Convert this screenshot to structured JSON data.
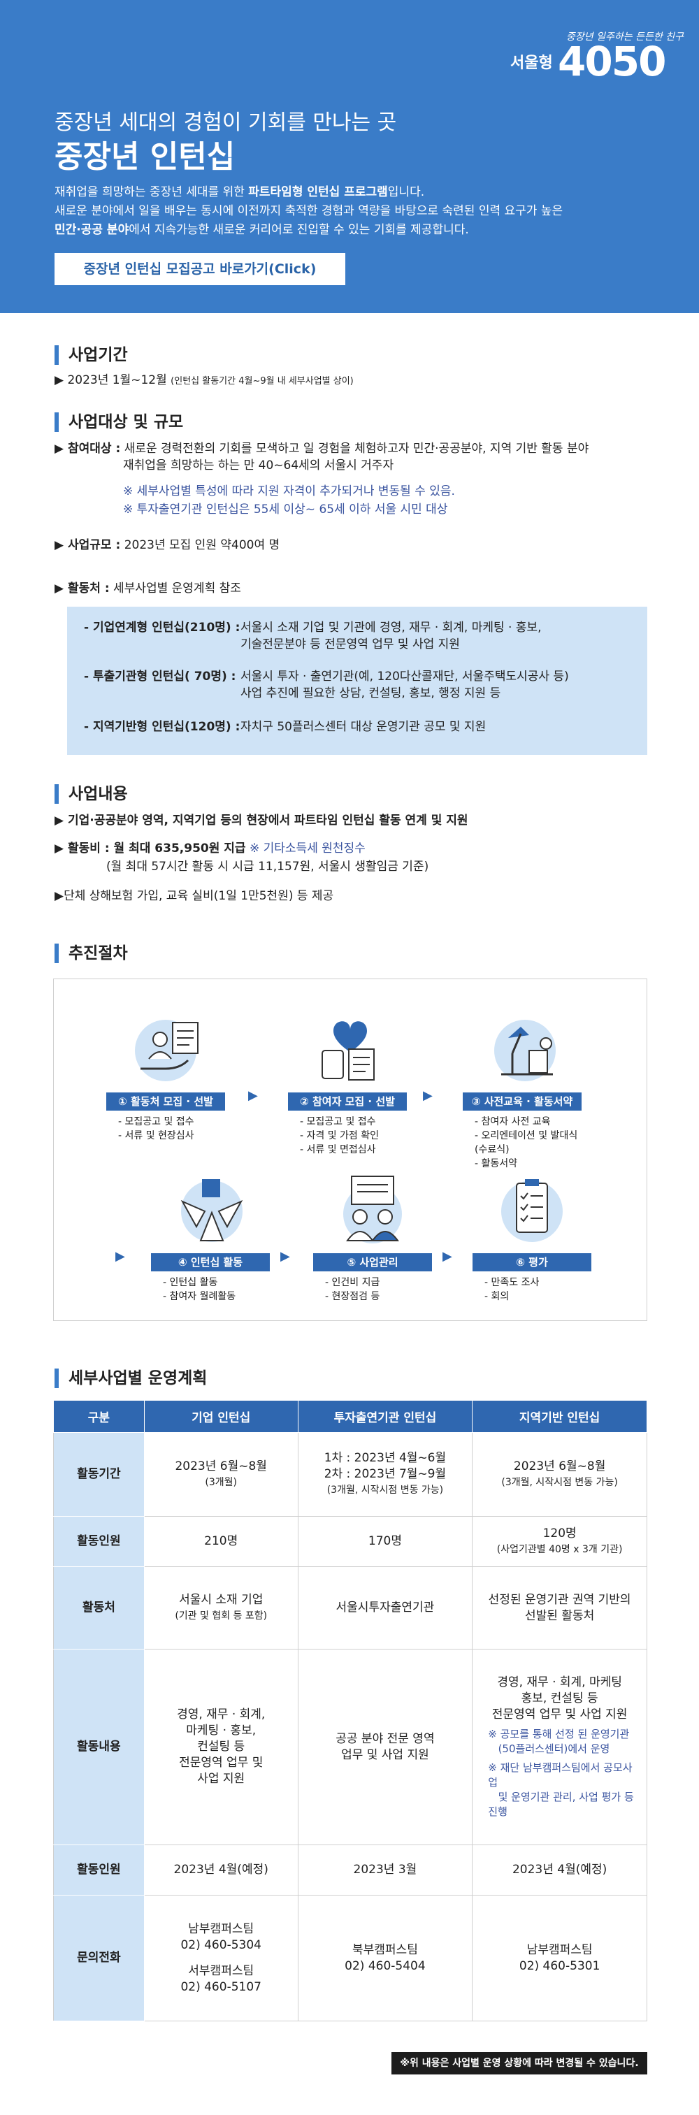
{
  "brand": {
    "tagline": "중장년 일주하는 든든한 친구",
    "city": "서울형",
    "number": "4050"
  },
  "hero": {
    "subtitle": "중장년 세대의 경험이 기회를 만나는 곳",
    "title": "중장년 인턴십",
    "desc_line1_a": "재취업을 희망하는 중장년 세대를 위한 ",
    "desc_line1_b": "파트타임형 인턴십 프로그램",
    "desc_line1_c": "입니다.",
    "desc_line2": "새로운 분야에서 일을 배우는 동시에 이전까지 축적한 경험과 역량을 바탕으로 숙련된 인력 요구가 높은",
    "desc_line3_a": "민간·공공 분야",
    "desc_line3_b": "에서 지속가능한 새로운 커리어로 진입할 수 있는 기회를 제공합니다.",
    "cta": "중장년 인턴십 모집공고 바로가기(Click)",
    "bg_color": "#3a7cc8"
  },
  "period": {
    "heading": "사업기간",
    "text": "▶ 2023년 1월~12월",
    "small": "(인턴십 활동기간 4월~9월 내 세부사업별 상이)"
  },
  "target": {
    "heading": "사업대상 및 규모",
    "participants_label": "▶ 참여대상 :",
    "participants_text1": "새로운 경력전환의 기회를 모색하고 일 경험을 체험하고자 민간·공공분야, 지역 기반 활동 분야",
    "participants_text2": "재취업을 희망하는 하는 만 40~64세의 서울시 거주자",
    "note1": "※ 세부사업별 특성에 따라 지원 자격이 추가되거나 변동될 수 있음.",
    "note2": "※ 투자출연기관 인턴십은 55세 이상~ 65세 이하 서울 시민 대상",
    "scale_label": "▶ 사업규모 :",
    "scale_text": "2023년 모집 인원 약400여 명",
    "place_label": "▶ 활동처 :",
    "place_text": "세부사업별 운영계획 참조",
    "types": [
      {
        "key": "- 기업연계형 인턴십(210명) :",
        "v1": "서울시 소재 기업 및 기관에 경영, 재무 · 회계, 마케팅 · 홍보,",
        "v2": "기술전문분야 등 전문영역 업무 및 사업 지원"
      },
      {
        "key": "- 투출기관형 인턴십(  70명) :",
        "v1": "서울시 투자 · 출연기관(예, 120다산콜재단, 서울주택도시공사 등)",
        "v2": "사업 추진에 필요한 상담, 컨설팅, 홍보, 행정 지원 등"
      },
      {
        "key": "- 지역기반형 인턴십(120명) :",
        "v1": "자치구 50플러스센터 대상 운영기관 공모 및 지원",
        "v2": ""
      }
    ]
  },
  "content": {
    "heading": "사업내용",
    "line1": "▶ 기업·공공분야 영역, 지역기업 등의 현장에서 파트타임 인턴십 활동 연계 및 지원",
    "line2_a": "▶ 활동비 : 월 최대 635,950원 지급",
    "line2_b": "※ 기타소득세 원천징수",
    "line3": "(월 최대 57시간 활동 시 시급 11,157원, 서울시 생활임금 기준)",
    "line4": "▶단체 상해보험 가입, 교육 실비(1일 1만5천원) 등 제공"
  },
  "process": {
    "heading": "추진절차",
    "steps": [
      {
        "label": "① 활동처 모집 · 선발",
        "items": [
          "- 모집공고 및 접수",
          "- 서류 및 현장심사"
        ]
      },
      {
        "label": "② 참여자 모집 · 선발",
        "items": [
          "- 모집공고 및 접수",
          "- 자격 및 가점 확인",
          "- 서류 및 면접심사"
        ]
      },
      {
        "label": "③ 사전교육 · 활동서약",
        "items": [
          "- 참여자 사전 교육",
          "- 오리엔테이션 및 발대식(수료식)",
          "- 활동서약"
        ]
      },
      {
        "label": "④ 인턴십 활동",
        "items": [
          "- 인턴십 활동",
          "- 참여자 월례활동"
        ]
      },
      {
        "label": "⑤ 사업관리",
        "items": [
          "- 인건비 지급",
          "- 현장점검 등"
        ]
      },
      {
        "label": "⑥ 평가",
        "items": [
          "- 만족도 조사",
          "- 회의"
        ]
      }
    ]
  },
  "plan": {
    "heading": "세부사업별 운영계획",
    "headers": [
      "구분",
      "기업 인턴십",
      "투자출연기관 인턴십",
      "지역기반 인턴십"
    ],
    "period": {
      "label": "활동기간",
      "c1a": "2023년 6월~8월",
      "c1b": "(3개월)",
      "c2a": "1차 : 2023년 4월~6월",
      "c2b": "2차 : 2023년 7월~9월",
      "c2c": "(3개월, 시작시점 변동 가능)",
      "c3a": "2023년 6월~8월",
      "c3b": "(3개월, 시작시점 변동 가능)"
    },
    "people": {
      "label": "활동인원",
      "c1": "210명",
      "c2": "170명",
      "c3a": "120명",
      "c3b": "(사업기관별 40명 x 3개 기관)"
    },
    "place": {
      "label": "활동처",
      "c1a": "서울시 소재 기업",
      "c1b": "(기관 및 협회 등 포함)",
      "c2": "서울시투자출연기관",
      "c3a": "선정된 운영기관 권역 기반의",
      "c3b": "선발된 활동처"
    },
    "work": {
      "label": "활동내용",
      "c1": [
        "경영, 재무 · 회계,",
        "마케팅 · 홍보,",
        "컨설팅 등",
        "전문영역 업무 및",
        "사업 지원"
      ],
      "c2a": "공공 분야 전문 영역",
      "c2b": "업무 및 사업 지원",
      "c3": [
        "경영, 재무 · 회계, 마케팅",
        "홍보, 컨설팅 등",
        "전문영역 업무 및 사업 지원"
      ],
      "c3n1a": "※ 공모를 통해 선정 된 운영기관",
      "c3n1b": "(50플러스센터)에서 운영",
      "c3n2a": "※ 재단 남부캠퍼스팀에서 공모사업",
      "c3n2b": "및 운영기관 관리, 사업 평가 등 진행"
    },
    "recruit": {
      "label": "활동인원",
      "c1": "2023년 4월(예정)",
      "c2": "2023년 3월",
      "c3": "2023년 4월(예정)"
    },
    "contact": {
      "label": "문의전화",
      "c1a": "남부캠퍼스팀",
      "c1b": "02) 460-5304",
      "c1c": "서부캠퍼스팀",
      "c1d": "02) 460-5107",
      "c2a": "북부캠퍼스팀",
      "c2b": "02) 460-5404",
      "c3a": "남부캠퍼스팀",
      "c3b": "02) 460-5301"
    }
  },
  "footnote": "※위 내용은 사업별 운영 상황에 따라 변경될 수 있습니다."
}
